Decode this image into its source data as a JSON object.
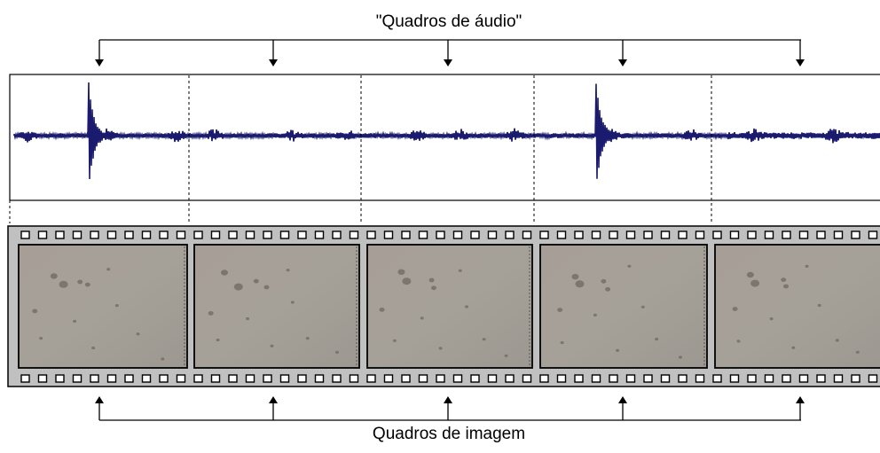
{
  "captions": {
    "audio_frames": "\"Quadros de áudio\"",
    "image_frames": "Quadros de imagem"
  },
  "diagram": {
    "frame_count": 5,
    "audio_spike_frames": [
      1,
      4
    ],
    "colors": {
      "waveform": "#1a1a6e",
      "film_base": "#c0c0c0",
      "frame_image": "#a49f96",
      "frame_speck": "#6b645c",
      "line": "#000000"
    }
  }
}
